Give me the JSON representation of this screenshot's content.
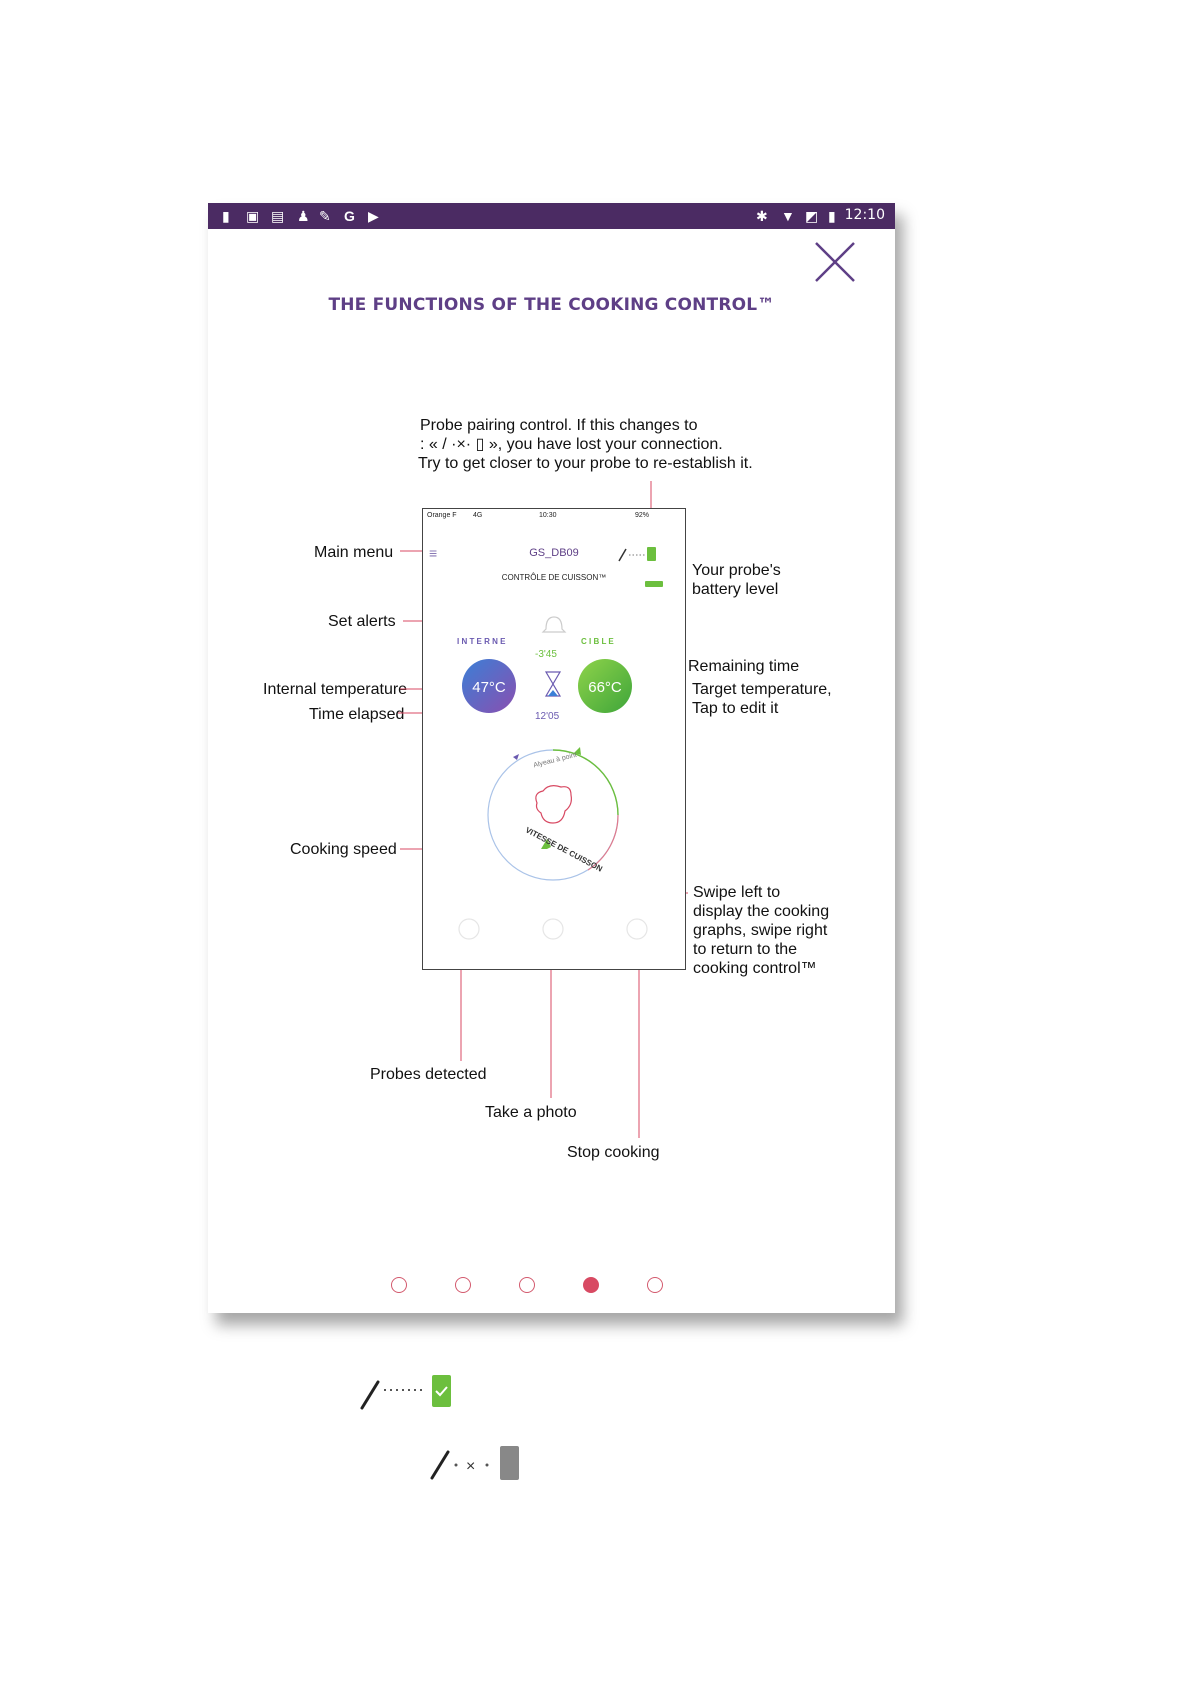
{
  "status_bar": {
    "time": "12:10",
    "carrier": "Orange F",
    "network": "4G",
    "phone_time": "10:30",
    "phone_battery": "92%"
  },
  "page": {
    "title": "THE FUNCTIONS OF THE COOKING CONTROL™"
  },
  "phone": {
    "device_name": "GS_DB09",
    "screen_title": "CONTRÔLE DE CUISSON™",
    "label_internal": "I N T E R N E",
    "label_target": "C I B L E",
    "internal_temp": "47°C",
    "target_temp": "66°C",
    "remaining_time": "-3'45",
    "elapsed_time": "12'05",
    "dial_top": "Alyeau à point",
    "dial_bottom": "VITESSE DE CUISSON"
  },
  "annotations": {
    "probe_pairing": [
      "Probe pairing control. If this changes to",
      ": « / ·×· ▯ », you have lost your connection.",
      "Try to get closer to your probe to re-establish it."
    ],
    "main_menu": "Main menu",
    "battery": [
      "Your probe's",
      "battery level"
    ],
    "set_alerts": "Set alerts",
    "remaining_time": "Remaining time",
    "internal_temperature": "Internal temperature",
    "target_temperature": [
      "Target temperature,",
      "Tap to edit it"
    ],
    "time_elapsed": "Time elapsed",
    "cooking_speed": "Cooking speed",
    "swipe": [
      "Swipe left to",
      "display the cooking",
      "graphs, swipe right",
      "to return to the",
      "cooking control™"
    ],
    "probes_detected": "Probes detected",
    "take_photo": "Take a photo",
    "stop_cooking": "Stop cooking"
  },
  "pagination": {
    "count": 5,
    "active_index": 3
  },
  "legend": {
    "connected_icon": "probe-connected-icon",
    "disconnected_icon": "probe-disconnected-icon"
  },
  "colors": {
    "statusbar": "#4b2b63",
    "title": "#5e3f86",
    "green": "#6cbf3e",
    "purple": "#6a5ab0",
    "pink": "#d84a63"
  }
}
